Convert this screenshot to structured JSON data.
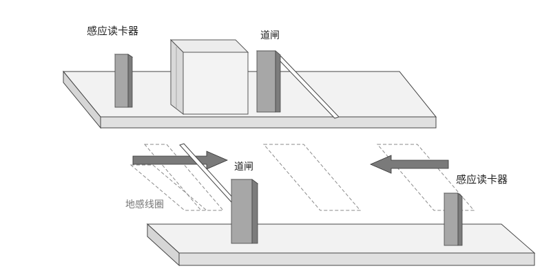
{
  "labels": {
    "card_reader_top": "感应读卡器",
    "gate_top": "道闸",
    "gate_bottom": "道闸",
    "card_reader_bottom": "感应读卡器",
    "induction_loop": "地感线圈"
  },
  "colors": {
    "platform_fill": "#f2f2f2",
    "post_front": "#a7a7a7",
    "post_side": "#7c7c7c",
    "arrow_fill": "#7a7a7a",
    "dashed_line": "#8a8a8a",
    "outline": "#444444"
  }
}
